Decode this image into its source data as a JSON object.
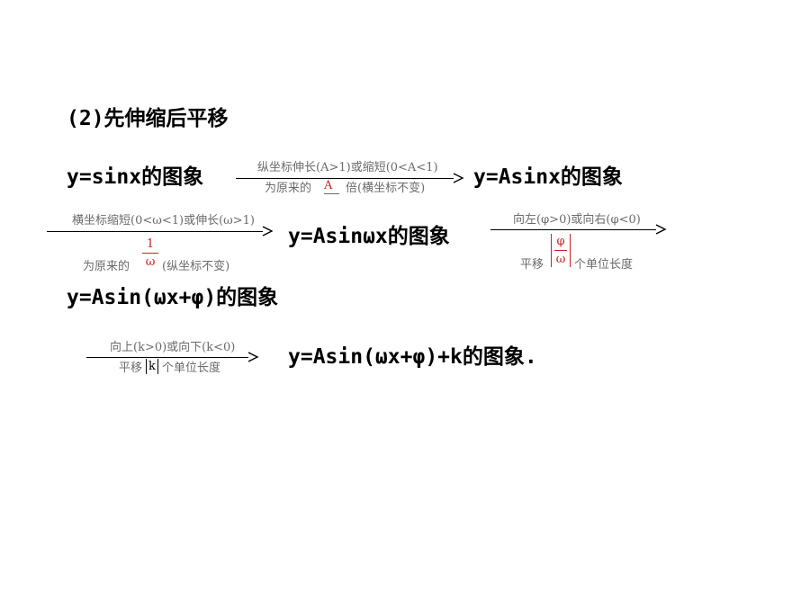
{
  "heading": "(2)先伸缩后平移",
  "rows": {
    "r1_left": "y=sinx的图象",
    "r1_right": "y=Asinx的图象",
    "r2_middle": "y=Asinωx的图象",
    "r3_left": "y=Asin(ωx+φ)的图象",
    "r4_right": "y=Asin(ωx+φ)+k的图象."
  },
  "arrow1": {
    "top": "纵坐标伸长(A>1)或缩短(0<A<1)",
    "bottom_prefix": "为原来的",
    "bottom_value": "A",
    "bottom_suffix": "倍(横坐标不变)"
  },
  "arrow2": {
    "top": "横坐标缩短(0<ω<1)或伸长(ω>1)",
    "frac_num": "1",
    "frac_den": "ω",
    "bottom_prefix": "为原来的",
    "bottom_suffix": "(纵坐标不变)"
  },
  "arrow3": {
    "top": "向左(φ>0)或向右(φ<0)",
    "frac_num": "φ",
    "frac_den": "ω",
    "bottom_prefix": "平移",
    "bottom_suffix": "个单位长度"
  },
  "arrow4": {
    "top": "向上(k>0)或向下(k<0)",
    "bottom_prefix": "平移",
    "bottom_value": "k",
    "bottom_suffix": "个单位长度"
  }
}
